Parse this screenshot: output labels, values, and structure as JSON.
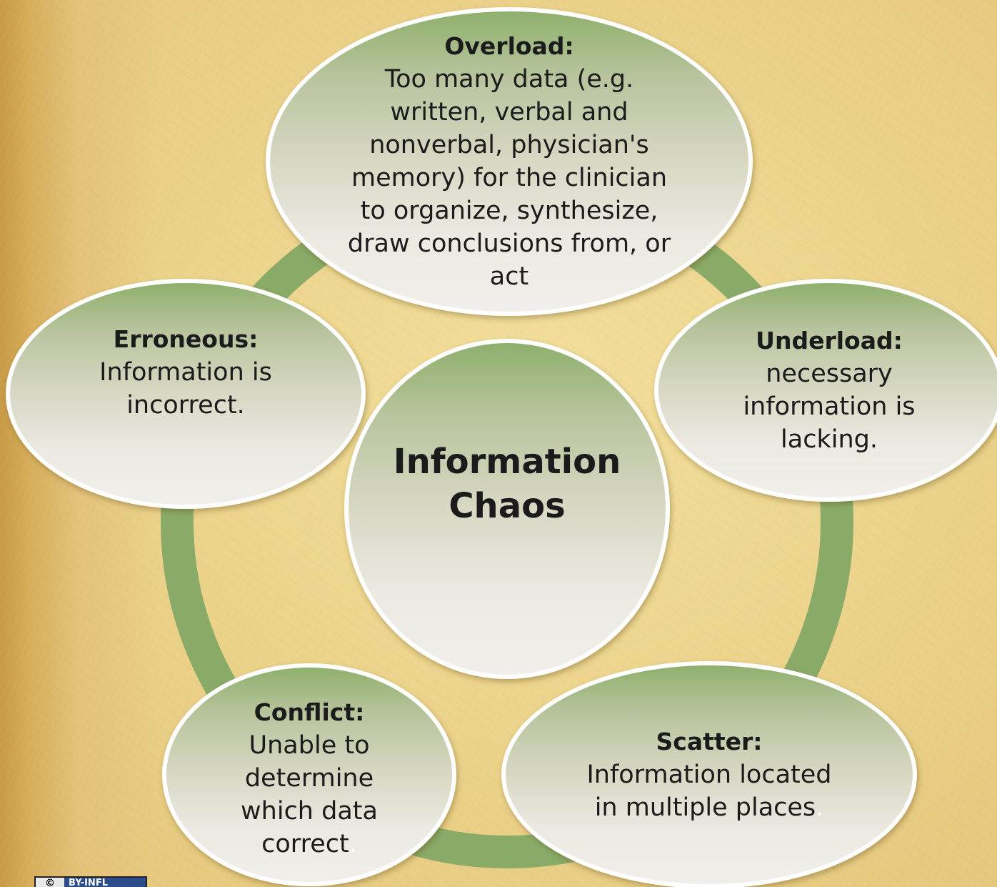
{
  "diagram": {
    "center": {
      "title": "Information Chaos"
    },
    "nodes": [
      {
        "id": "overload",
        "title": "Overload:",
        "text": "Too many data (e.g. written, verbal and nonverbal, physician's memory) for the clinician to organize, synthesize, draw conclusions from, or act"
      },
      {
        "id": "underload",
        "title": "Underload:",
        "text": "necessary information is lacking."
      },
      {
        "id": "scatter",
        "title": "Scatter:",
        "text": "Information located in multiple places",
        "trailing": "."
      },
      {
        "id": "conflict",
        "title": "Conflict:",
        "text": "Unable to determine which data correct",
        "trailing": "."
      },
      {
        "id": "erroneous",
        "title": "Erroneous:",
        "text": "Information is incorrect."
      }
    ],
    "colors": {
      "ring": "#8aab68",
      "node_border": "#ffffff",
      "node_top": "#8fb06d",
      "node_bottom": "#f1efeb",
      "background": "#ecd48c"
    }
  },
  "license_badge": {
    "icon": "cc-icon",
    "icon_text": "©",
    "label": "BY-INFL"
  }
}
